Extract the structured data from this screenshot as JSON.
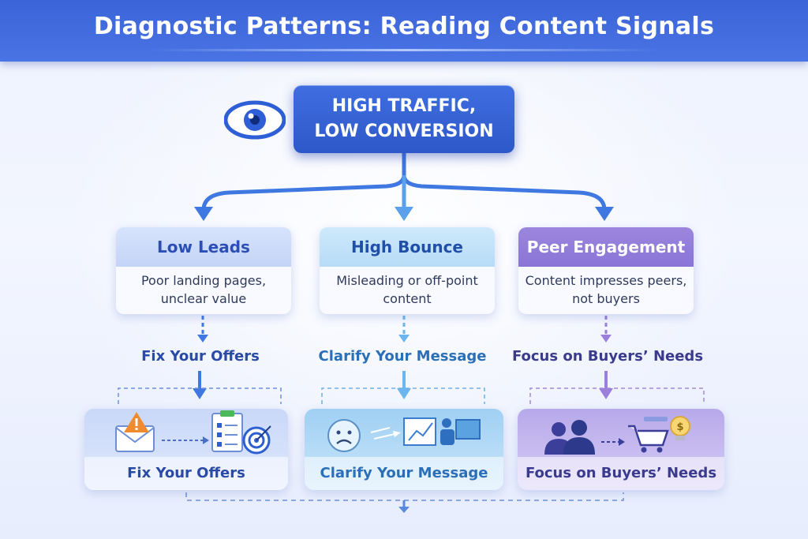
{
  "header": {
    "title": "Diagnostic Patterns: Reading Content Signals"
  },
  "root": {
    "label": "HIGH TRAFFIC, LOW CONVERSION",
    "icon": "eye-icon"
  },
  "branches": [
    {
      "title": "Low Leads",
      "description": "Poor landing pages, unclear value",
      "action": "Fix Your Offers",
      "panel_label": "Fix Your Offers",
      "icons": [
        "envelope-warning-icon",
        "checklist-icon",
        "target-icon"
      ]
    },
    {
      "title": "High Bounce",
      "description": "Misleading or off-point content",
      "action": "Clarify Your Message",
      "panel_label": "Clarify Your Message",
      "icons": [
        "sad-face-icon",
        "chart-icon",
        "presenter-icon"
      ]
    },
    {
      "title": "Peer Engagement",
      "description": "Content impresses peers, not buyers",
      "action": "Focus on Buyers’ Needs",
      "panel_label": "Focus on Buyers’ Needs",
      "icons": [
        "people-icon",
        "shopping-cart-icon",
        "lightbulb-dollar-icon"
      ]
    }
  ],
  "colors": {
    "header": "#3b64d8",
    "root": "#2e58c9",
    "arrow_blue": "#3f78e0",
    "arrow_light": "#6bb6ee",
    "arrow_purple": "#9b7fdc"
  }
}
